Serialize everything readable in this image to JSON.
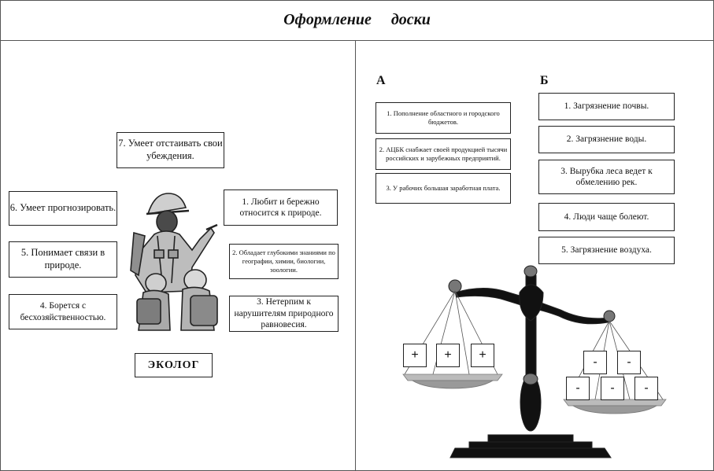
{
  "title": "Оформление доски",
  "left_panel": {
    "qualities": [
      "7. Умеет отстаивать свои убеждения.",
      "6. Умеет прогнозировать.",
      "5. Понимает связи в природе.",
      "4. Борется с бесхозяйственностью.",
      "1. Любит и бережно относится к природе.",
      "2. Обладает глубокими знаниями по географии, химии, биологии, зоологии.",
      "3. Нетерпим к нарушителям природного равновесия."
    ],
    "caption": "ЭКОЛОГ"
  },
  "right_panel": {
    "column_a": {
      "heading": "А",
      "items": [
        "1. Пополнение областного и городского бюджетов.",
        "2. АЦБК снабжает своей продукцией тысячи российских и зарубежных предприятий.",
        "3. У рабочих большая заработная плата."
      ]
    },
    "column_b": {
      "heading": "Б",
      "items": [
        "1. Загрязнение почвы.",
        "2. Загрязнение воды.",
        "3. Вырубка леса ведет к обмелению рек.",
        "4. Люди чаще болеют.",
        "5. Загрязнение воздуха."
      ]
    },
    "scale": {
      "plus_sign": "+",
      "minus_sign": "-",
      "plus_count": 3,
      "minus_count": 5
    }
  }
}
